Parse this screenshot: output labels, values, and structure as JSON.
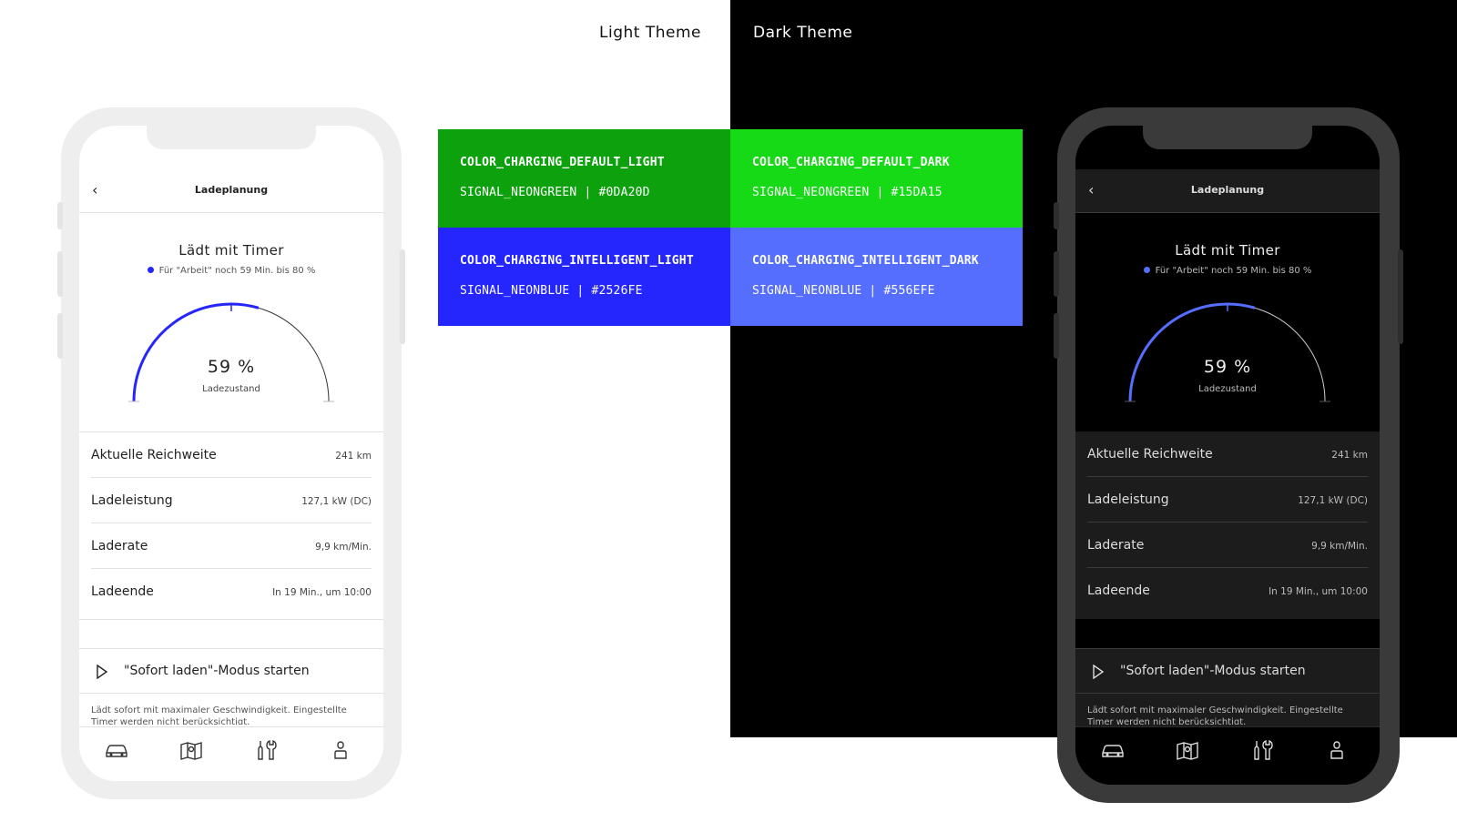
{
  "themes": {
    "light_label": "Light Theme",
    "dark_label": "Dark Theme"
  },
  "swatches": {
    "default_light": {
      "name": "COLOR_CHARGING_DEFAULT_LIGHT",
      "code": "SIGNAL_NEONGREEN | #0DA20D",
      "color": "#0DA20D"
    },
    "default_dark": {
      "name": "COLOR_CHARGING_DEFAULT_DARK",
      "code": "SIGNAL_NEONGREEN | #15DA15",
      "color": "#15DA15"
    },
    "intelligent_light": {
      "name": "COLOR_CHARGING_INTELLIGENT_LIGHT",
      "code": "SIGNAL_NEONBLUE | #2526FE",
      "color": "#2526FE"
    },
    "intelligent_dark": {
      "name": "COLOR_CHARGING_INTELLIGENT_DARK",
      "code": "SIGNAL_NEONBLUE | #556EFE",
      "color": "#556EFE"
    }
  },
  "app": {
    "header_title": "Ladeplanung",
    "back_icon": "chevron-left-icon",
    "status_title": "Lädt mit Timer",
    "status_sub": "Für \"Arbeit\" noch 59 Min. bis 80 %",
    "charge_percent": "59 %",
    "charge_label": "Ladezustand",
    "charge_level": 0.59,
    "target_level": 0.8,
    "rows": [
      {
        "label": "Aktuelle Reichweite",
        "value": "241 km"
      },
      {
        "label": "Ladeleistung",
        "value": "127,1 kW (DC)"
      },
      {
        "label": "Laderate",
        "value": "9,9 km/Min."
      },
      {
        "label": "Ladeende",
        "value": "In 19 Min., um 10:00"
      }
    ],
    "action_label": "\"Sofort laden\"-Modus starten",
    "action_icon": "play-icon",
    "note": "Lädt sofort mit maximaler Geschwindigkeit. Eingestellte Timer werden nicht berücksichtigt.",
    "tabs": [
      "car-icon",
      "map-icon",
      "tools-icon",
      "profile-icon"
    ]
  },
  "colors": {
    "light_frame": "#EEEEEE",
    "dark_frame": "#3A3A3A",
    "light_accent": "#2526FE",
    "dark_accent": "#556EFE"
  }
}
